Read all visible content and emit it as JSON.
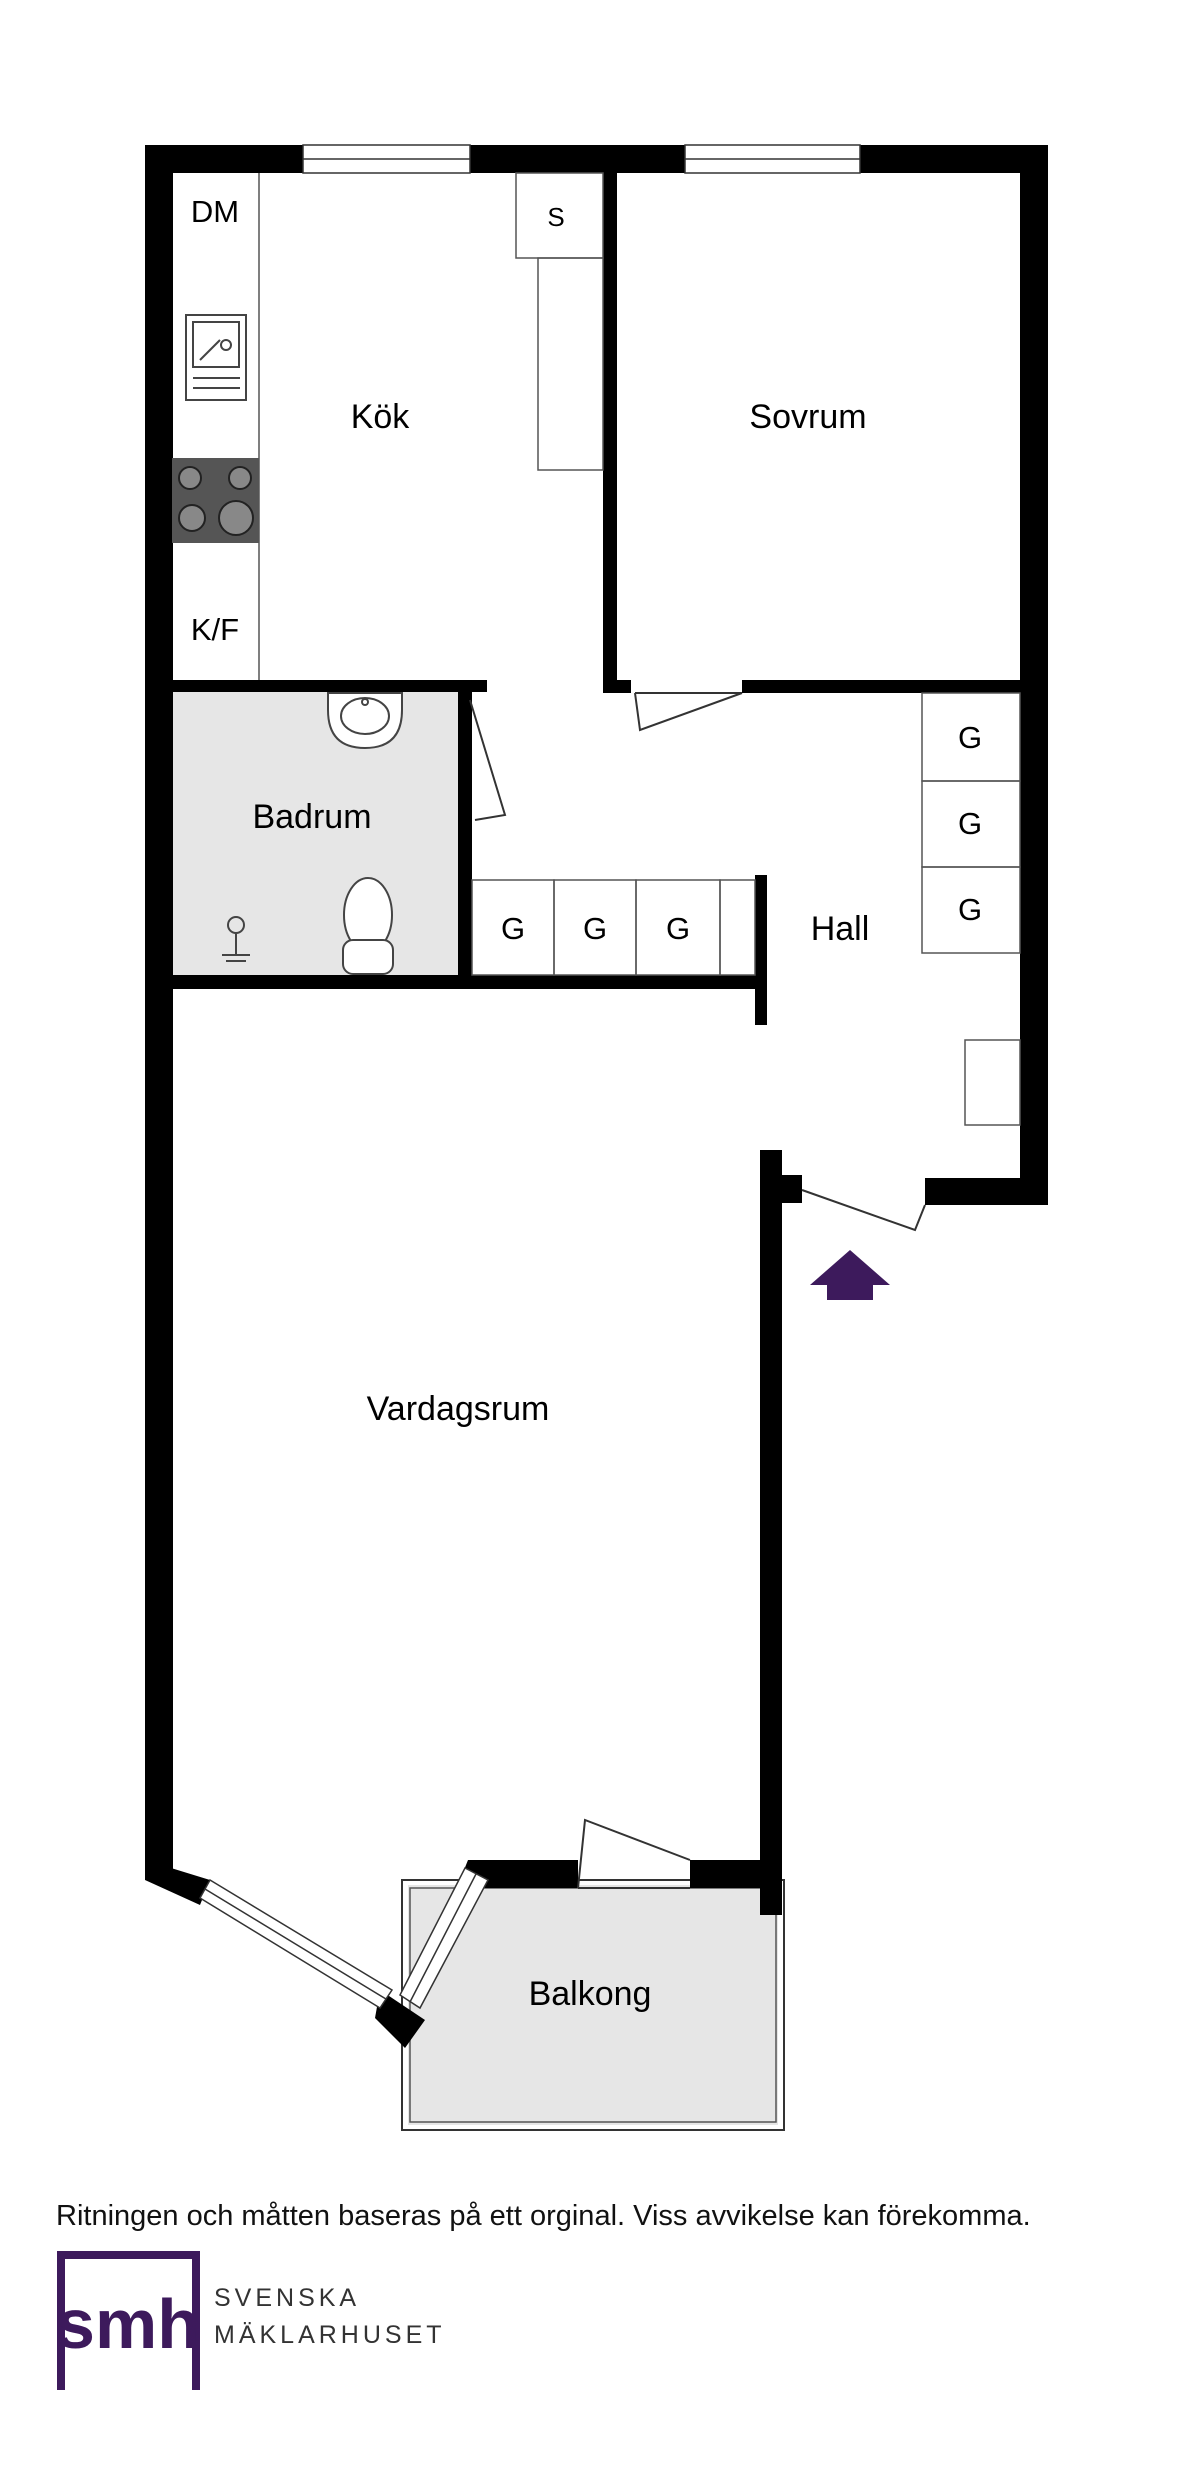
{
  "rooms": {
    "kok": "Kök",
    "sovrum": "Sovrum",
    "badrum": "Badrum",
    "hall": "Hall",
    "vardagsrum": "Vardagsrum",
    "balkong": "Balkong"
  },
  "fixtures": {
    "dm": "DM",
    "kf": "K/F",
    "s": "S",
    "g": "G"
  },
  "disclaimer": "Ritningen och måtten baseras på ett orginal. Viss avvikelse kan förekomma.",
  "brand": {
    "logo_text": "smh",
    "line1": "SVENSKA",
    "line2": "MÄKLARHUSET",
    "color": "#3d1a5c"
  },
  "colors": {
    "wall": "#000000",
    "wet_room": "#e6e6e6",
    "entrance_arrow": "#3d1a5c"
  },
  "icons": [
    "sink-icon",
    "stove-icon",
    "washbasin-icon",
    "toilet-icon",
    "shower-icon",
    "entrance-arrow-icon"
  ]
}
